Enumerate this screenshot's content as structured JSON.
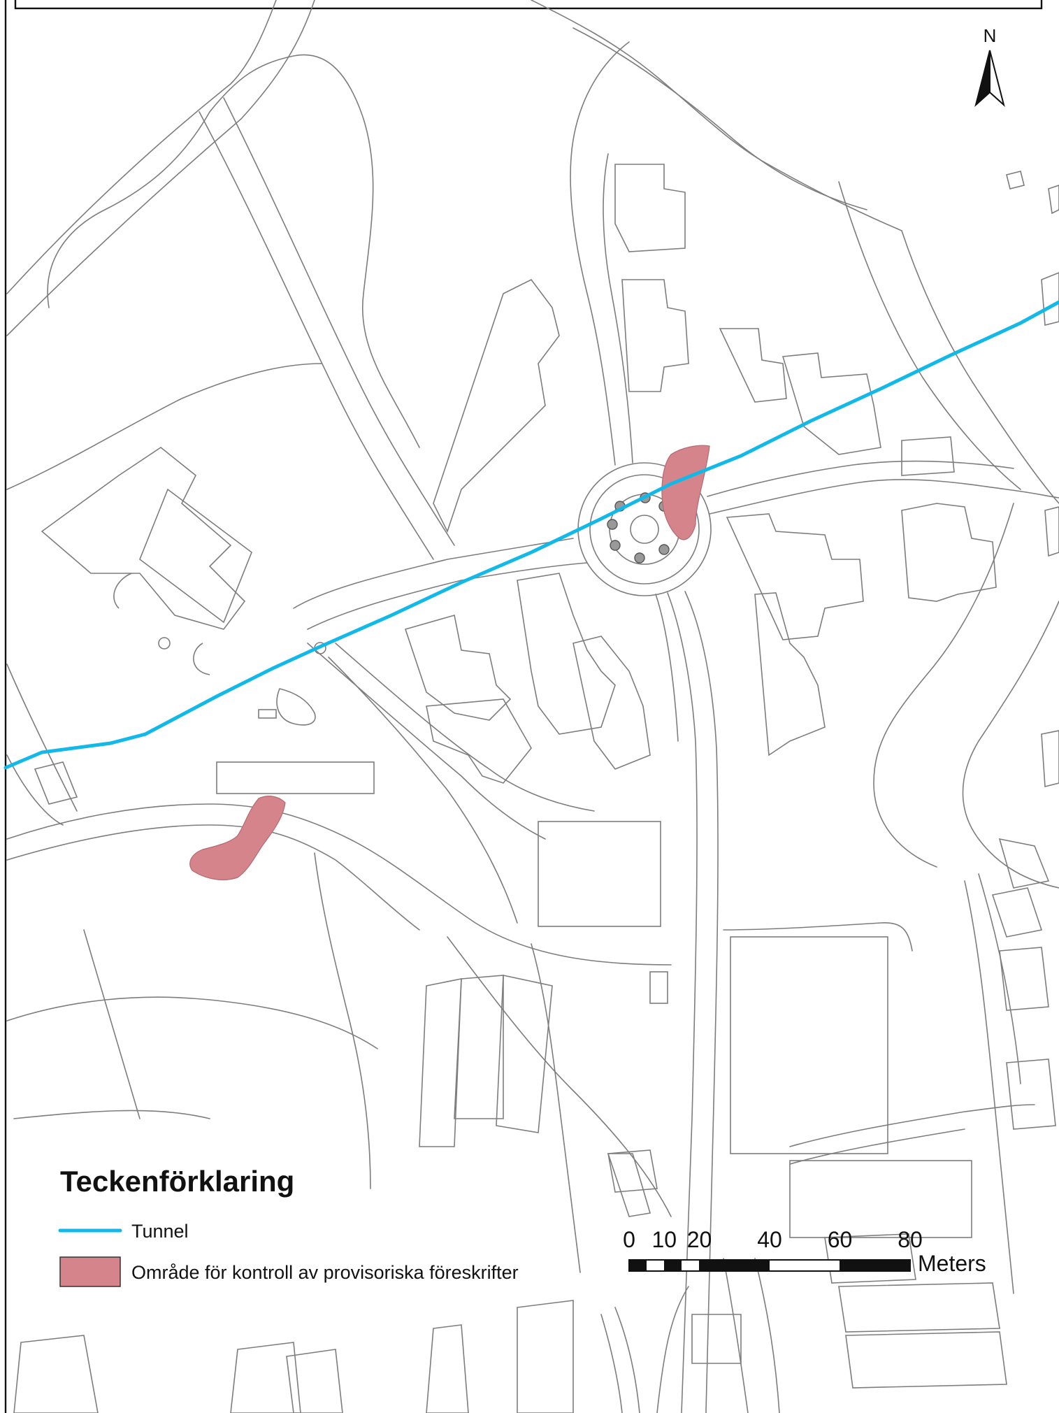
{
  "map": {
    "north_label": "N",
    "legend": {
      "title": "Teckenförklaring",
      "items": [
        {
          "label": "Tunnel",
          "symbol": "line",
          "color": "#12b9e8"
        },
        {
          "label": "Område för kontroll av provisoriska föreskrifter",
          "symbol": "fill",
          "color": "#d4848a"
        }
      ]
    },
    "scale_bar": {
      "unit_label": "Meters",
      "tick_labels": [
        "0",
        "10",
        "20",
        "40",
        "60",
        "80"
      ]
    }
  }
}
